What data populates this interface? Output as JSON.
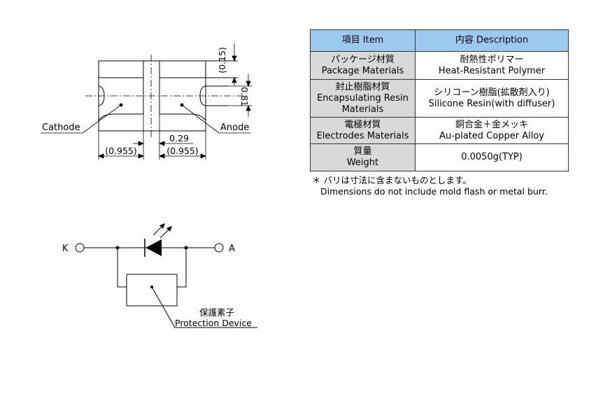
{
  "dimensions": {
    "top_gap": "(0.15)",
    "height": "0.81",
    "center_gap": "0.29",
    "left_half": "(0.955)",
    "right_half": "(0.955)"
  },
  "labels": {
    "cathode": "Cathode",
    "anode": "Anode",
    "terminal_k": "K",
    "terminal_a": "A",
    "protection_jp": "保護素子",
    "protection_en": "Protection Device"
  },
  "table": {
    "header": {
      "item": "項目 Item",
      "description": "内容 Description"
    },
    "rows": [
      {
        "item": [
          "パッケージ材質",
          "Package Materials"
        ],
        "description": [
          "耐熱性ポリマー",
          "Heat-Resistant Polymer"
        ]
      },
      {
        "item": [
          "封止樹脂材質",
          "Encapsulating Resin",
          "Materials"
        ],
        "description": [
          "シリコーン樹脂(拡散剤入り)",
          "Silicone Resin(with diffuser)"
        ]
      },
      {
        "item": [
          "電極材質",
          "Electrodes Materials"
        ],
        "description": [
          "銅合金＋金メッキ",
          "Au-plated Copper Alloy"
        ]
      },
      {
        "item": [
          "質量",
          "Weight"
        ],
        "description": [
          "0.0050g(TYP)"
        ]
      }
    ]
  },
  "note": {
    "jp": "＊ バリは寸法に含まないものとします。",
    "en": "Dimensions do not include mold flash or metal burr."
  }
}
